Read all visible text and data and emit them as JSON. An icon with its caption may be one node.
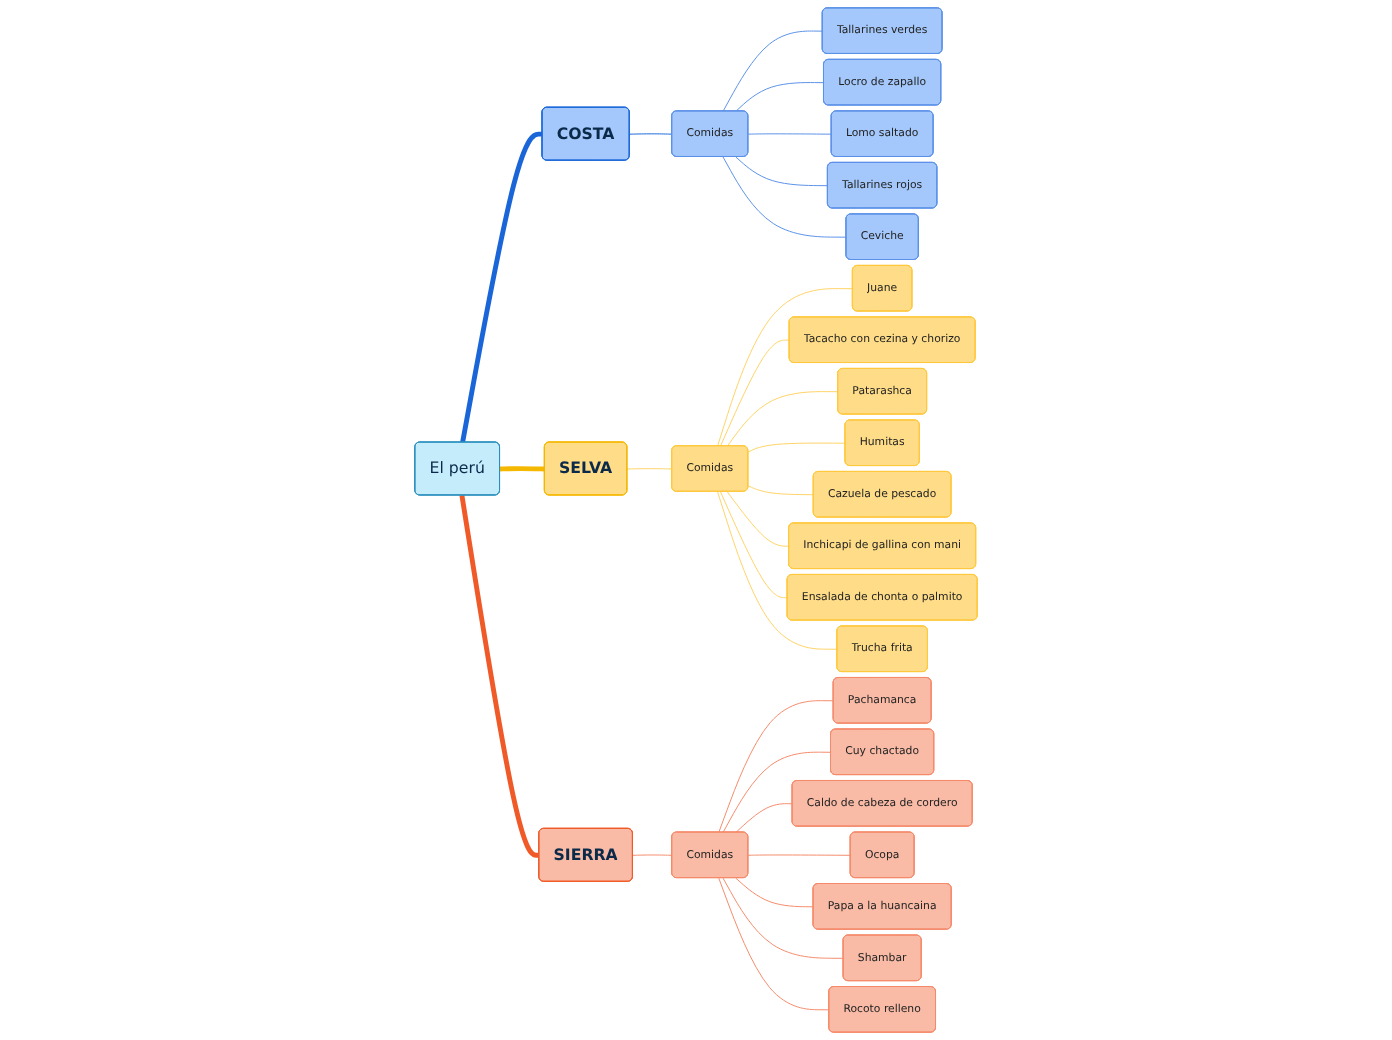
{
  "diagram": {
    "nodes": [
      {
        "text": [
          "El perú"
        ]
      },
      {
        "text": [
          "COSTA"
        ]
      },
      {
        "text": [
          "Comidas"
        ]
      },
      {
        "text": [
          "Tallarines verdes"
        ]
      },
      {
        "text": [
          "Locro de zapallo"
        ]
      },
      {
        "text": [
          "Lomo saltado"
        ]
      },
      {
        "text": [
          "Tallarines rojos"
        ]
      },
      {
        "text": [
          "Ceviche"
        ]
      },
      {
        "text": [
          "SELVA"
        ]
      },
      {
        "text": [
          "Comidas"
        ]
      },
      {
        "text": [
          "Juane"
        ]
      },
      {
        "text": [
          "Tacacho con cezina y chorizo"
        ]
      },
      {
        "text": [
          "Patarashca"
        ]
      },
      {
        "text": [
          "Humitas"
        ]
      },
      {
        "text": [
          "Cazuela de pescado"
        ]
      },
      {
        "text": [
          "Inchicapi de gallina con mani"
        ]
      },
      {
        "text": [
          "Ensalada de chonta o palmito"
        ]
      },
      {
        "text": [
          "Trucha frita"
        ]
      },
      {
        "text": [
          "SIERRA"
        ]
      },
      {
        "text": [
          "Comidas"
        ]
      },
      {
        "text": [
          "Pachamanca"
        ]
      },
      {
        "text": [
          "Cuy chactado"
        ]
      },
      {
        "text": [
          "Caldo de cabeza de cordero"
        ]
      },
      {
        "text": [
          "Ocopa"
        ]
      },
      {
        "text": [
          "Papa a la huancaina"
        ]
      },
      {
        "text": [
          "Shambar"
        ]
      },
      {
        "text": [
          "Rocoto relleno"
        ]
      }
    ],
    "edges": [
      {
        "from": 0,
        "to": 1,
        "arrow": "none",
        "style": "thick",
        "color": "#1a66d9"
      },
      {
        "from": 1,
        "to": 2,
        "arrow": "none",
        "color": "#1a66d9"
      },
      {
        "from": 2,
        "to": 3,
        "arrow": "none",
        "color": "#5b91e8"
      },
      {
        "from": 2,
        "to": 4,
        "arrow": "none",
        "color": "#5b91e8"
      },
      {
        "from": 2,
        "to": 5,
        "arrow": "none",
        "color": "#5b91e8"
      },
      {
        "from": 2,
        "to": 6,
        "arrow": "none",
        "color": "#5b91e8"
      },
      {
        "from": 2,
        "to": 7,
        "arrow": "none",
        "color": "#5b91e8"
      },
      {
        "from": 0,
        "to": 8,
        "arrow": "none",
        "style": "thick",
        "color": "#f5b800"
      },
      {
        "from": 8,
        "to": 9,
        "arrow": "none",
        "color": "#ffd266"
      },
      {
        "from": 9,
        "to": 10,
        "arrow": "none",
        "color": "#ffd266"
      },
      {
        "from": 9,
        "to": 11,
        "arrow": "none",
        "color": "#ffd266"
      },
      {
        "from": 9,
        "to": 12,
        "arrow": "none",
        "color": "#ffd266"
      },
      {
        "from": 9,
        "to": 13,
        "arrow": "none",
        "color": "#ffd266"
      },
      {
        "from": 9,
        "to": 14,
        "arrow": "none",
        "color": "#ffd266"
      },
      {
        "from": 9,
        "to": 15,
        "arrow": "none",
        "color": "#ffd266"
      },
      {
        "from": 9,
        "to": 16,
        "arrow": "none",
        "color": "#ffd266"
      },
      {
        "from": 9,
        "to": 17,
        "arrow": "none",
        "color": "#ffd266"
      },
      {
        "from": 0,
        "to": 18,
        "arrow": "none",
        "style": "thick",
        "color": "#f05a28"
      },
      {
        "from": 18,
        "to": 19,
        "arrow": "none",
        "color": "#f58a6a"
      },
      {
        "from": 19,
        "to": 20,
        "arrow": "none",
        "color": "#f58a6a"
      },
      {
        "from": 19,
        "to": 21,
        "arrow": "none",
        "color": "#f58a6a"
      },
      {
        "from": 19,
        "to": 22,
        "arrow": "none",
        "color": "#f58a6a"
      },
      {
        "from": 19,
        "to": 23,
        "arrow": "none",
        "color": "#f58a6a"
      },
      {
        "from": 19,
        "to": 24,
        "arrow": "none",
        "color": "#f58a6a"
      },
      {
        "from": 19,
        "to": 25,
        "arrow": "none",
        "color": "#f58a6a"
      },
      {
        "from": 19,
        "to": 26,
        "arrow": "none",
        "color": "#f58a6a"
      }
    ]
  }
}
